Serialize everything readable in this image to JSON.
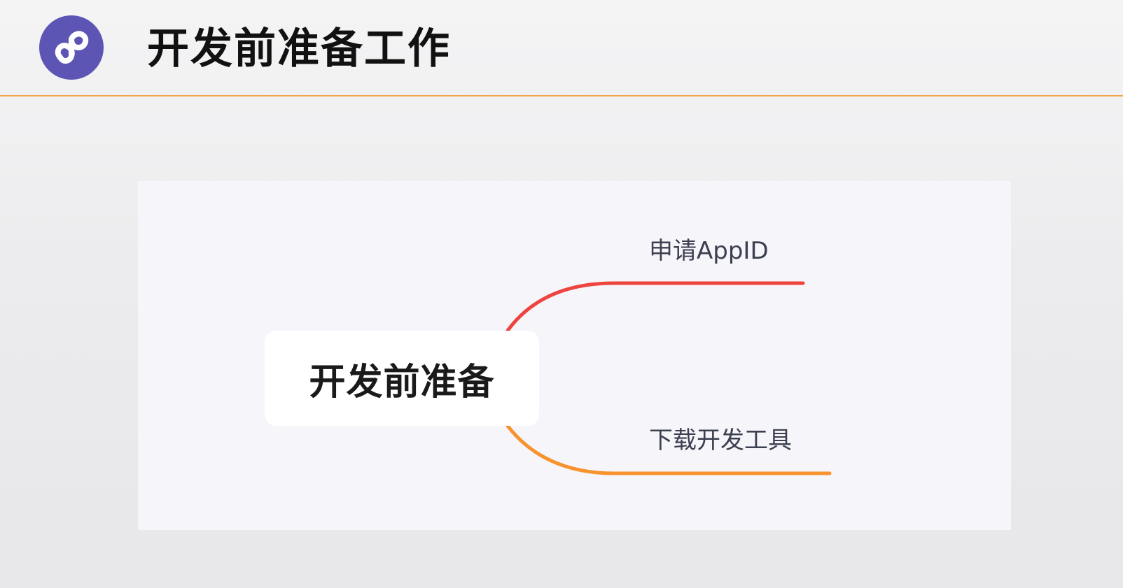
{
  "slide": {
    "title": "开发前准备工作",
    "logo_icon": "mini-program-logo-icon",
    "accent_color": "#f3a34a",
    "logo_color": "#5c55b4"
  },
  "mindmap": {
    "root": "开发前准备",
    "branches": [
      {
        "label": "申请AppID",
        "color": "#ee4440"
      },
      {
        "label": "下载开发工具",
        "color": "#f7922c"
      }
    ]
  }
}
